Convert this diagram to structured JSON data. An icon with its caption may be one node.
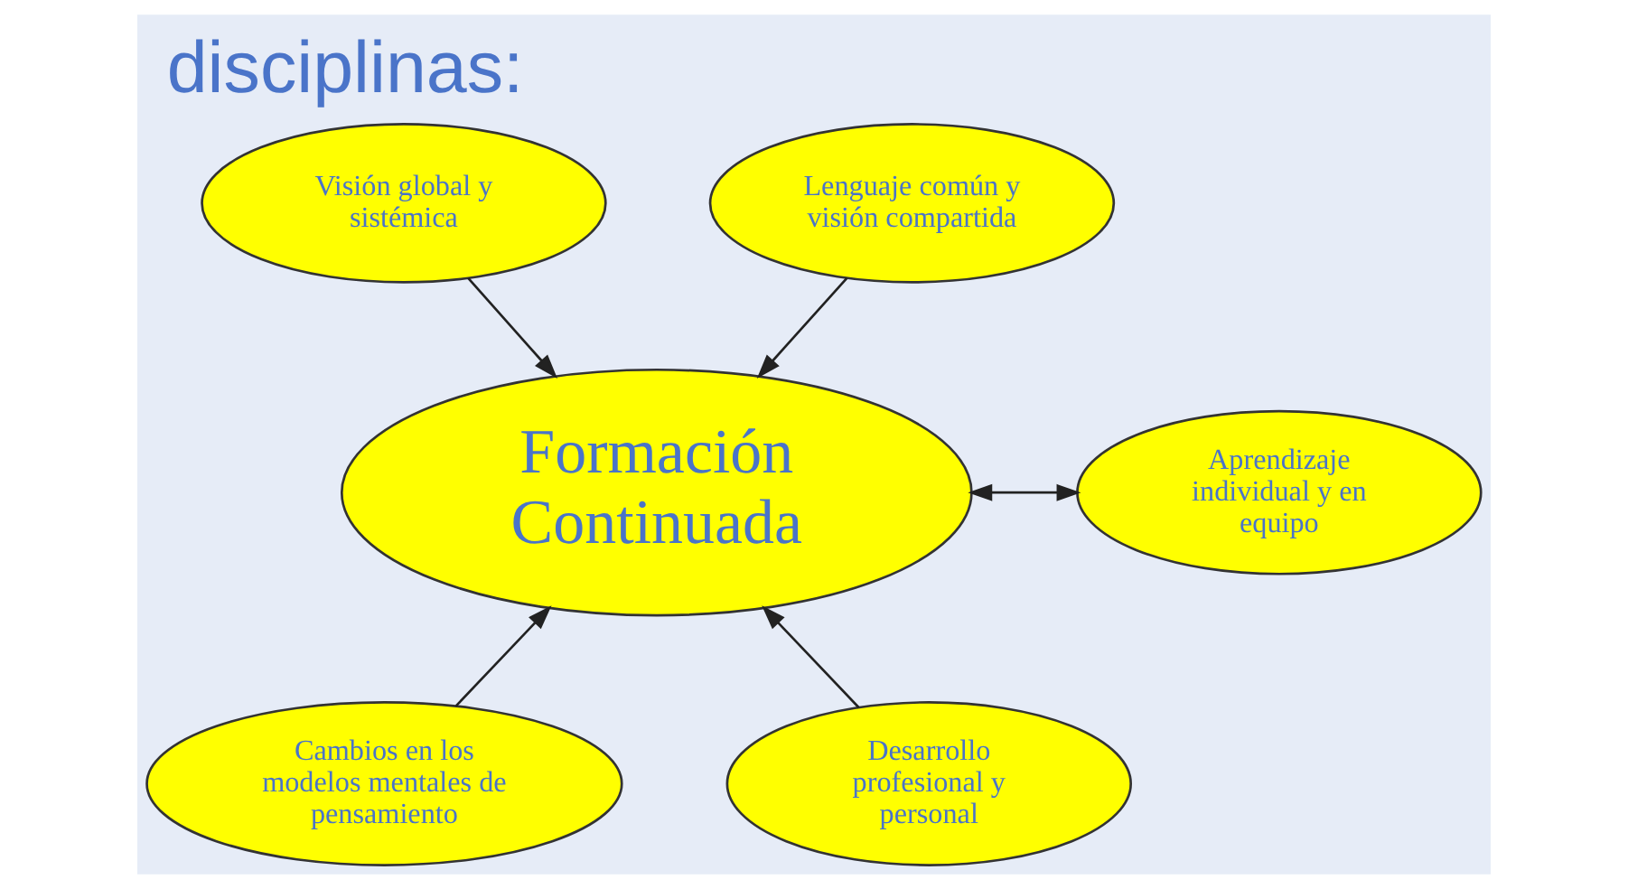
{
  "diagram": {
    "title": "disciplinas:",
    "nodes": [
      {
        "text": [
          "Visión global y sistémica"
        ]
      },
      {
        "text": [
          "Lenguaje común y visión compartida"
        ]
      },
      {
        "text": [
          "Formación Continuada"
        ]
      },
      {
        "text": [
          "Aprendizaje individual y en equipo"
        ]
      },
      {
        "text": [
          "Cambios en los modelos mentales de pensamiento"
        ]
      },
      {
        "text": [
          "Desarrollo profesional y personal"
        ]
      }
    ],
    "edges": [
      {
        "from": 0,
        "to": 2,
        "arrow": "to"
      },
      {
        "from": 1,
        "to": 2,
        "arrow": "to"
      },
      {
        "from": 2,
        "to": 3,
        "arrow": "both"
      },
      {
        "from": 4,
        "to": 2,
        "arrow": "to"
      },
      {
        "from": 5,
        "to": 2,
        "arrow": "to"
      }
    ]
  }
}
